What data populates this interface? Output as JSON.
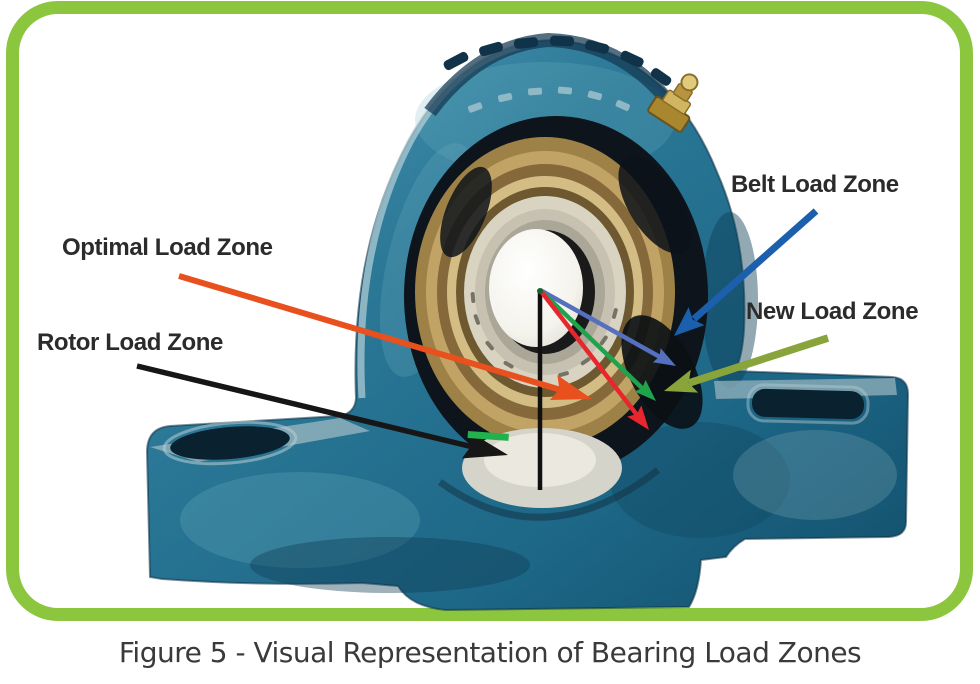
{
  "figure": {
    "caption": "Figure 5 - Visual Representation of Bearing Load Zones"
  },
  "labels": {
    "optimal": "Optimal Load Zone",
    "rotor": "Rotor Load Zone",
    "belt": "Belt Load Zone",
    "new": "New Load Zone"
  },
  "arrows": {
    "optimal_pointer": {
      "color": "#e8501e"
    },
    "rotor_pointer": {
      "color": "#161616"
    },
    "belt_pointer": {
      "color": "#1b5fad"
    },
    "new_pointer": {
      "color": "#8aa43c"
    },
    "belt_vector": {
      "color": "#5470bf"
    },
    "new_vector": {
      "color": "#1fa34c"
    },
    "red_vector": {
      "color": "#e8262d"
    },
    "vertical_axis": {
      "color": "#101010"
    },
    "load_zone_marker": {
      "color": "#22b14c"
    }
  },
  "palette": {
    "frame_green": "#8cc63e",
    "housing_teal": "#256f8e",
    "label_text": "#2b2b2b",
    "caption_text": "#3a3a3a"
  }
}
